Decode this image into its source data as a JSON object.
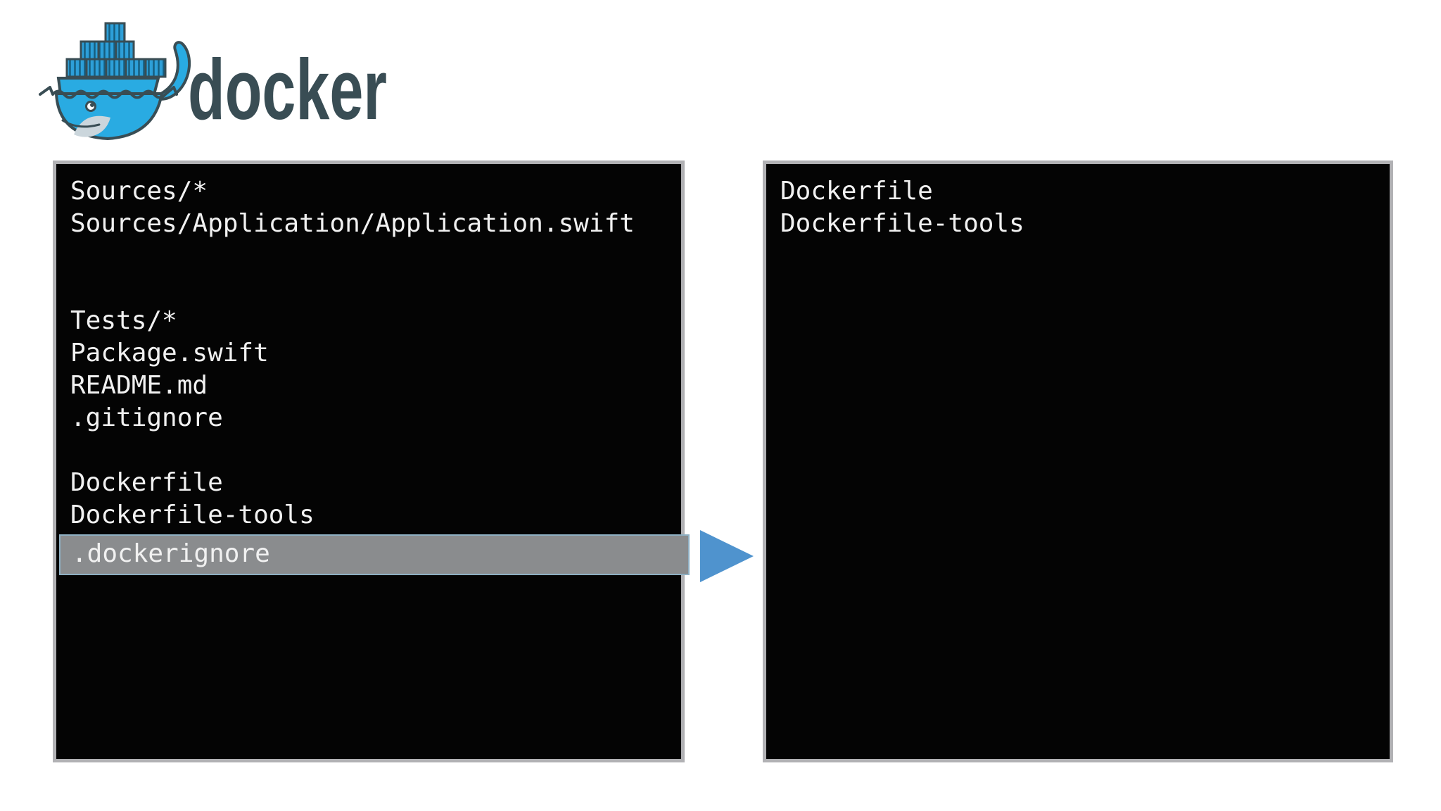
{
  "logo": {
    "wordmark": "docker",
    "icon": "docker-whale-ship-icon",
    "colors": {
      "whale_blue": "#29ABE2",
      "container_blue": "#2D9FD8",
      "container_stripe": "#155E80",
      "outline": "#394D54",
      "wordmark_text": "#394D54",
      "belly": "#CBD6DC"
    }
  },
  "left_terminal": {
    "description": "dockerignore-file-contents",
    "lines": [
      "Sources/*",
      "Sources/Application/Application.swift",
      "",
      "",
      "Tests/*",
      "Package.swift",
      "README.md",
      ".gitignore",
      "",
      "Dockerfile",
      "Dockerfile-tools",
      ".dockerignore"
    ],
    "highlight_index": 11,
    "highlighted_entry": ".dockerignore"
  },
  "right_terminal": {
    "description": "resulting-file-list",
    "lines": [
      "Dockerfile",
      "Dockerfile-tools"
    ]
  },
  "arrow": {
    "icon": "right-arrow",
    "direction": "right",
    "color": "#4F93CE"
  },
  "colors": {
    "page_bg": "#FFFFFF",
    "panel_bg": "#040404",
    "panel_border": "#B1B1B4",
    "terminal_text": "#F1F1F1",
    "highlight_bg": "#8A8C8E",
    "highlight_border": "#8FB0C3"
  }
}
